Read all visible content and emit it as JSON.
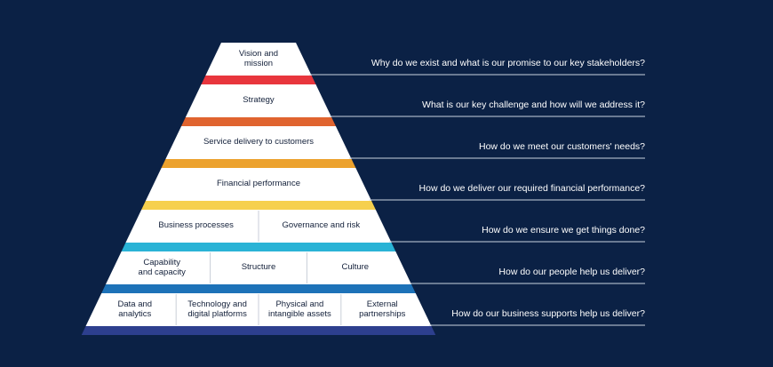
{
  "colors": {
    "background": "#0b2145",
    "tier_fill": "#ffffff",
    "tier_text": "#13203a",
    "divider": "#c8ced8",
    "question_text": "#ffffff",
    "rule": "#c8d2e0",
    "bands": [
      "#e8363d",
      "#e0642f",
      "#eca22e",
      "#f6d04e",
      "#2ab3d6",
      "#1d72b8",
      "#2d3f8e"
    ]
  },
  "tiers": [
    {
      "cells": [
        "Vision and\nmission"
      ],
      "question": "Why do we exist and what is our promise to our key stakeholders?"
    },
    {
      "cells": [
        "Strategy"
      ],
      "question": "What is our key challenge and how will we address it?"
    },
    {
      "cells": [
        "Service delivery to customers"
      ],
      "question": "How do we meet our customers' needs?"
    },
    {
      "cells": [
        "Financial performance"
      ],
      "question": "How do we deliver our required financial performance?"
    },
    {
      "cells": [
        "Business processes",
        "Governance and risk"
      ],
      "question": "How do we ensure we get things done?"
    },
    {
      "cells": [
        "Capability\nand capacity",
        "Structure",
        "Culture"
      ],
      "question": "How do our people help us deliver?"
    },
    {
      "cells": [
        "Data and\nanalytics",
        "Technology and\ndigital platforms",
        "Physical and\nintangible assets",
        "External\npartnerships"
      ],
      "question": "How do our business supports help us deliver?"
    }
  ]
}
